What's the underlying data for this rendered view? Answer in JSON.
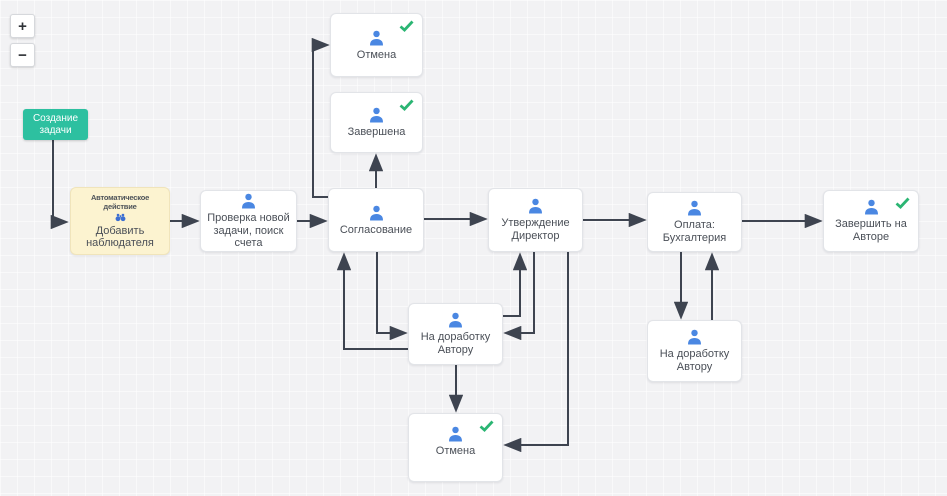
{
  "colors": {
    "canvas_bg": "#f2f2f4",
    "node_border": "#e2e4e8",
    "text": "#4a4f57",
    "connector": "#3e4450",
    "start_bg": "#2dc0a0",
    "auto_bg": "#fcf3d0",
    "auto_border": "#f0e4bb",
    "person": "#4a87e2",
    "check": "#2bb573",
    "binoculars": "#3d6fd2"
  },
  "zoom_controls": {
    "zoom_in_label": "+",
    "zoom_out_label": "−"
  },
  "nodes": {
    "start": {
      "label": "Создание задачи"
    },
    "auto": {
      "header": "Автоматическое действие",
      "label": "Добавить наблюдателя",
      "icon": "binoculars-icon"
    },
    "check_task": {
      "label": "Проверка новой задачи, поиск счета",
      "icon": "person-icon"
    },
    "approval": {
      "label": "Согласование",
      "icon": "person-icon"
    },
    "cancel_top": {
      "label": "Отмена",
      "icon": "person-icon",
      "status_icon": "check-icon"
    },
    "completed": {
      "label": "Завершена",
      "icon": "person-icon",
      "status_icon": "check-icon"
    },
    "director": {
      "label": "Утверждение Директор",
      "icon": "person-icon"
    },
    "payment": {
      "label": "Оплата: Бухгалтерия",
      "icon": "person-icon"
    },
    "finish_author": {
      "label": "Завершить на Авторе",
      "icon": "person-icon",
      "status_icon": "check-icon"
    },
    "rework_mid": {
      "label": "На доработку Автору",
      "icon": "person-icon"
    },
    "rework_right": {
      "label": "На доработку Автору",
      "icon": "person-icon"
    },
    "cancel_bottom": {
      "label": "Отмена",
      "icon": "person-icon",
      "status_icon": "check-icon"
    }
  },
  "connections": [
    {
      "from": "start",
      "to": "auto"
    },
    {
      "from": "auto",
      "to": "check_task"
    },
    {
      "from": "check_task",
      "to": "approval"
    },
    {
      "from": "approval",
      "to": "cancel_top"
    },
    {
      "from": "approval",
      "to": "completed"
    },
    {
      "from": "approval",
      "to": "director"
    },
    {
      "from": "approval",
      "to": "rework_mid"
    },
    {
      "from": "rework_mid",
      "to": "approval"
    },
    {
      "from": "director",
      "to": "rework_mid"
    },
    {
      "from": "rework_mid",
      "to": "director"
    },
    {
      "from": "director",
      "to": "payment"
    },
    {
      "from": "director",
      "to": "cancel_bottom"
    },
    {
      "from": "rework_mid",
      "to": "cancel_bottom"
    },
    {
      "from": "payment",
      "to": "rework_right"
    },
    {
      "from": "rework_right",
      "to": "payment"
    },
    {
      "from": "payment",
      "to": "finish_author"
    }
  ]
}
